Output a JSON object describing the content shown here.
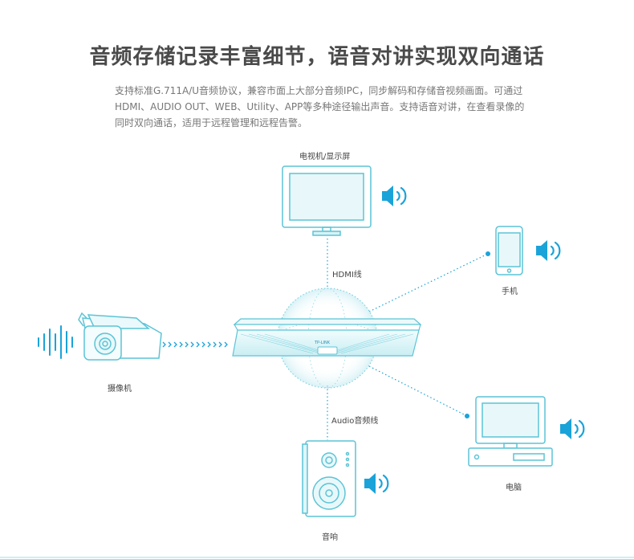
{
  "title": "音频存储记录丰富细节，语音对讲实现双向通话",
  "description": "支持标准G.711A/U音频协议，兼容市面上大部分音频IPC，同步解码和存储音视频画面。可通过HDMI、AUDIO OUT、WEB、Utility、APP等多种途径输出声音。支持语音对讲，在查看录像的同时双向通话，适用于远程管理和远程告警。",
  "labels": {
    "tv": "电视机/显示屏",
    "phone": "手机",
    "camera": "摄像机",
    "computer": "电脑",
    "speaker": "音响",
    "hdmi_cable": "HDMI线",
    "audio_cable": "Audio音频线",
    "nvr_brand": "TP-LINK"
  },
  "colors": {
    "accent": "#1aa3d9",
    "outline": "#5cc4d6",
    "fill": "#dff5f8",
    "text": "#4a4a4a"
  },
  "icons": [
    "speaker-sound-icon",
    "sound-wave-icon"
  ]
}
